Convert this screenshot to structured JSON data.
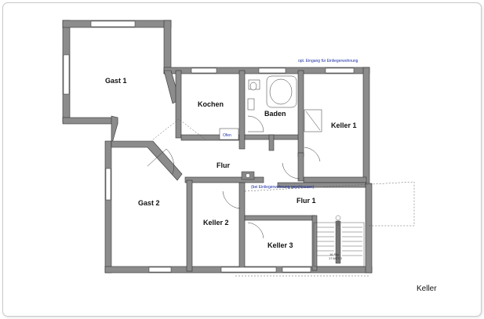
{
  "plan": {
    "caption": "Keller",
    "rooms": {
      "gast1": "Gast 1",
      "gast2": "Gast 2",
      "kochen": "Kochen",
      "baden": "Baden",
      "keller1": "Keller 1",
      "flur": "Flur",
      "flur1": "Flur 1",
      "keller2": "Keller 2",
      "keller3": "Keller 3"
    },
    "notes": {
      "optional_entrance": "opt. Eingang für Einliegerwohnung",
      "closed_note": "(bei Einliegerwohnung geschlossen)",
      "ofen": "Ofen",
      "stair_label": "16 Stg.",
      "stair_dim": "17.6/27.0"
    },
    "colors": {
      "wall": "#8c8c8c",
      "wall_stroke": "#333333",
      "window": "#ffffff",
      "annotation_blue": "#1a2ea8",
      "dashed": "#555555"
    }
  }
}
